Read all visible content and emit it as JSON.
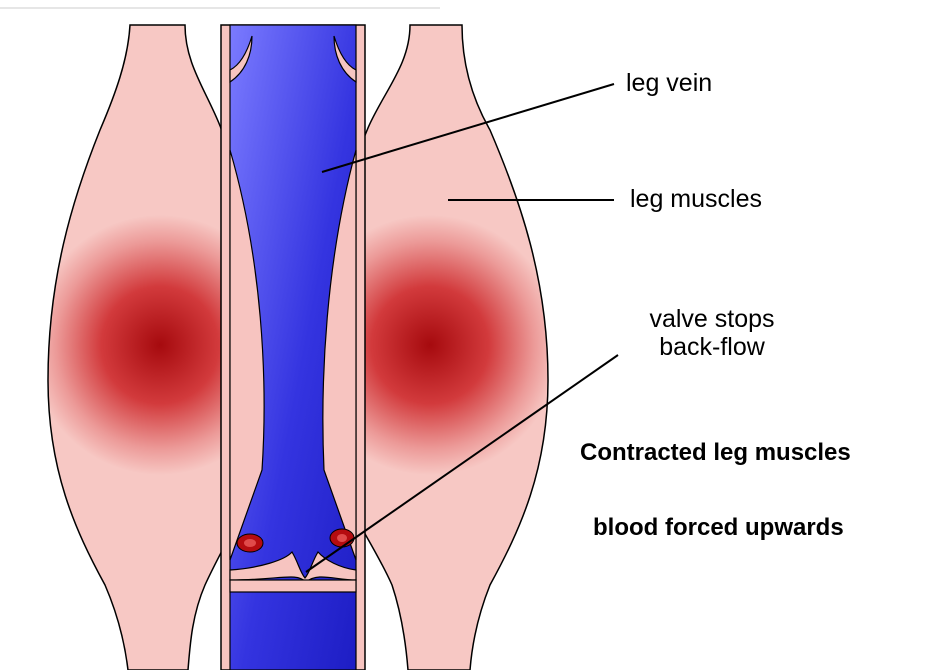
{
  "labels": {
    "leg_vein": "leg vein",
    "leg_muscles": "leg muscles",
    "valve_line1": "valve stops",
    "valve_line2": "back-flow"
  },
  "caption": {
    "state": "Contracted leg muscles",
    "effect": "blood forced upwards"
  },
  "colors": {
    "muscle_core": "#b00d10",
    "muscle_edge": "#f7c4c0",
    "vein_light": "#8f8fff",
    "vein_dark": "#2222cc",
    "vein_wall": "#f7c4c0",
    "blood_cell": "#c01010",
    "outline": "#000000"
  }
}
